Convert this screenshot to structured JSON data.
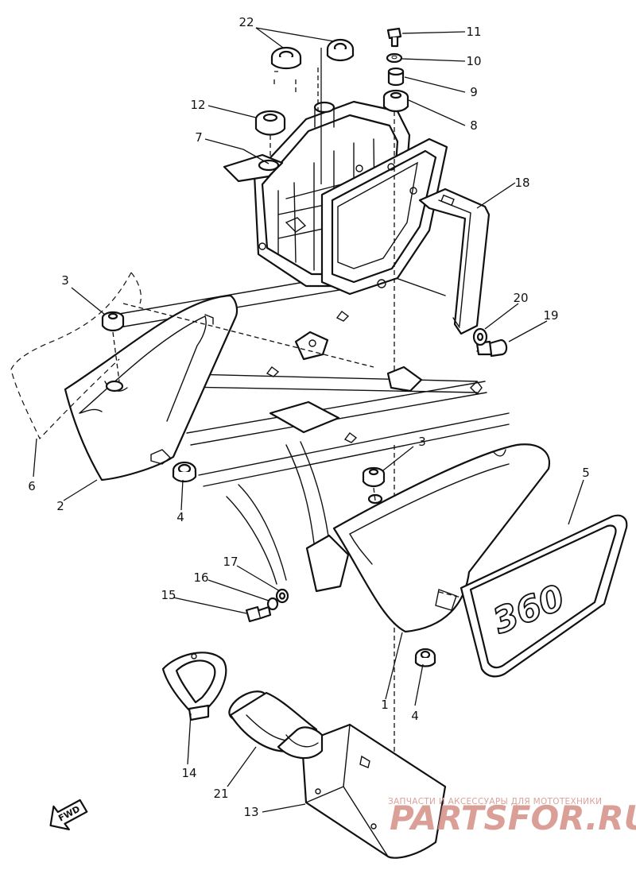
{
  "diagram": {
    "callouts": [
      {
        "id": "c1",
        "text": "1"
      },
      {
        "id": "c2",
        "text": "2"
      },
      {
        "id": "c3a",
        "text": "3"
      },
      {
        "id": "c3b",
        "text": "3"
      },
      {
        "id": "c4a",
        "text": "4"
      },
      {
        "id": "c4b",
        "text": "4"
      },
      {
        "id": "c5",
        "text": "5"
      },
      {
        "id": "c6",
        "text": "6"
      },
      {
        "id": "c7",
        "text": "7"
      },
      {
        "id": "c8",
        "text": "8"
      },
      {
        "id": "c9",
        "text": "9"
      },
      {
        "id": "c10",
        "text": "10"
      },
      {
        "id": "c11",
        "text": "11"
      },
      {
        "id": "c12",
        "text": "12"
      },
      {
        "id": "c13",
        "text": "13"
      },
      {
        "id": "c14",
        "text": "14"
      },
      {
        "id": "c15",
        "text": "15"
      },
      {
        "id": "c16",
        "text": "16"
      },
      {
        "id": "c17",
        "text": "17"
      },
      {
        "id": "c18",
        "text": "18"
      },
      {
        "id": "c19",
        "text": "19"
      },
      {
        "id": "c20",
        "text": "20"
      },
      {
        "id": "c21",
        "text": "21"
      },
      {
        "id": "c22",
        "text": "22"
      }
    ],
    "emblem_text": "360",
    "direction_label": "FWD"
  },
  "watermark": {
    "caption": "ЗАПЧАСТИ И АКСЕССУАРЫ ДЛЯ МОТОТЕХНИКИ",
    "brand": "PARTSFOR.RU"
  }
}
